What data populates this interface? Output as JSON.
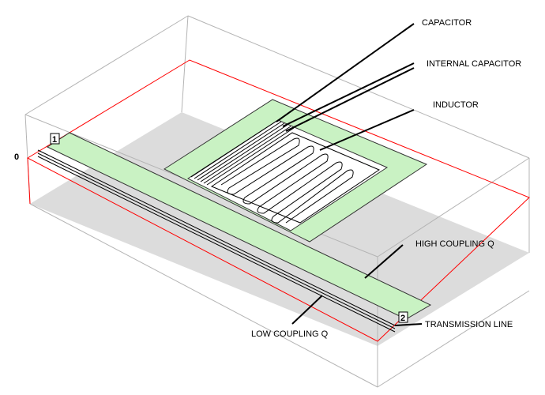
{
  "labels": {
    "capacitor": "CAPACITOR",
    "internal_capacitor": "INTERNAL CAPACITOR",
    "inductor": "INDUCTOR",
    "high_coupling": "HIGH COUPLING Q",
    "low_coupling": "LOW COUPLING Q",
    "transmission_line": "TRANSMISSION LINE"
  },
  "ports": {
    "port1": "1",
    "port2": "2"
  },
  "axis": {
    "zero": "0"
  },
  "colors": {
    "metal_fill": "#c9f2c3",
    "ground_plane": "#dcdcdc",
    "box_edge": "#b4b4b4",
    "substrate_edge": "#ff0000"
  }
}
